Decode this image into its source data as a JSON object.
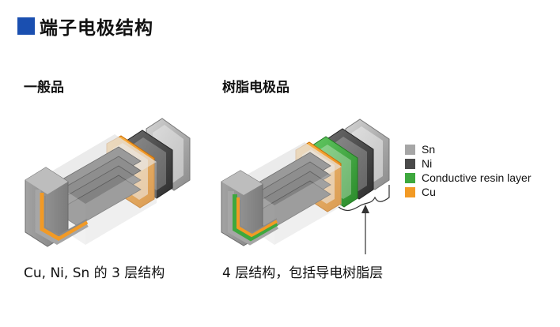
{
  "header": {
    "title": "端子电极结构"
  },
  "left": {
    "label": "一般品",
    "caption": "Cu, Ni, Sn 的 3 层结构"
  },
  "right": {
    "label": "树脂电极品",
    "caption": "4 层结构，包括导电树脂层"
  },
  "legend": {
    "items": [
      {
        "label": "Sn",
        "color": "#a6a6a6"
      },
      {
        "label": "Ni",
        "color": "#4a4a4a"
      },
      {
        "label": "Conductive resin layer",
        "color": "#3ea83e"
      },
      {
        "label": "Cu",
        "color": "#f29a25"
      }
    ]
  },
  "colors": {
    "accent": "#1a4fb0",
    "body": "#9b9b9b",
    "copper": "#f29a25",
    "nickel": "#4a4a4a",
    "tin": "#a6a6a6",
    "resin": "#3ea83e"
  }
}
